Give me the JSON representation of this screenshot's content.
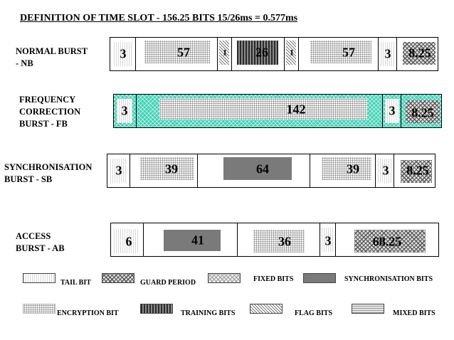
{
  "title": "DEFINITION OF TIME SLOT - 156.25 BITS 15/26ms = 0.577ms",
  "bursts": {
    "nb": {
      "label1": "NORMAL BURST",
      "label2": "- NB",
      "fields": [
        "3",
        "57",
        "1",
        "26",
        "1",
        "57",
        "3",
        "8.25"
      ]
    },
    "fb": {
      "label1": "FREQUENCY",
      "label2": "CORRECTION",
      "label3": "BURST - FB",
      "fields": [
        "3",
        "142",
        "3",
        "8.25"
      ]
    },
    "sb": {
      "label1": "SYNCHRONISATION",
      "label2": "BURST - SB",
      "fields": [
        "3",
        "39",
        "64",
        "39",
        "3",
        "8.25"
      ]
    },
    "ab": {
      "label1": "ACCESS",
      "label2": "BURST - AB",
      "fields": [
        "6",
        "41",
        "36",
        "3",
        "68.25"
      ]
    }
  },
  "legend": {
    "tail_bit": "TAIL BIT",
    "guard_period": "GUARD PERIOD",
    "fixed_bits": "FIXED BITS",
    "synchronisation_bits": "SYNCHRONISATION  BITS",
    "encryption_bit": "ENCRYPTION BIT",
    "training_bits": "TRAINING  BITS",
    "flag_bits": "FLAG BITS",
    "mixed_bits": "MIXED BITS"
  },
  "colors": {
    "fb_fill": "#3fd1b5",
    "sync_fill": "#7a7a7a"
  }
}
